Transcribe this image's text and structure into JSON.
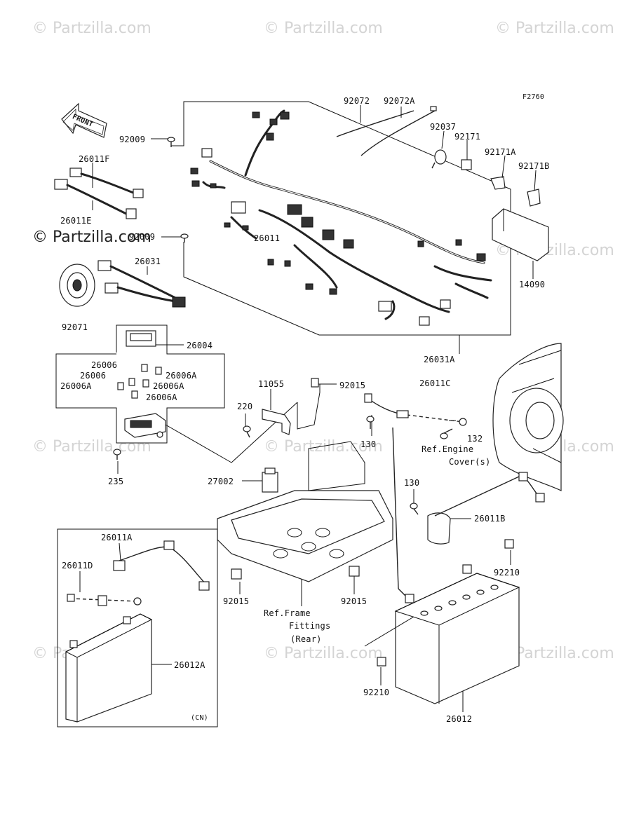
{
  "diagram": {
    "figure_code": "F2760",
    "front_arrow_label": "FRONT",
    "watermark_text": "© Partzilla.com",
    "overlay_watermark": "© Partzilla.com",
    "parts": {
      "p92072": "92072",
      "p92072A": "92072A",
      "p92037": "92037",
      "p92171": "92171",
      "p92171A": "92171A",
      "p92171B": "92171B",
      "p14090": "14090",
      "p92009a": "92009",
      "p92009b": "92009",
      "p26011F": "26011F",
      "p26011E": "26011E",
      "p26011": "26011",
      "p26031": "26031",
      "p92071": "92071",
      "p26031A": "26031A",
      "p26004": "26004",
      "p26006a": "26006",
      "p26006b": "26006",
      "p26006Aa": "26006A",
      "p26006Ab": "26006A",
      "p26006Ac": "26006A",
      "p26006Ad": "26006A",
      "p235": "235",
      "p11055": "11055",
      "p92015a": "92015",
      "p220": "220",
      "p26011C": "26011C",
      "p130a": "130",
      "p132": "132",
      "p27002": "27002",
      "p130b": "130",
      "p26011B": "26011B",
      "p92210a": "92210",
      "p26011A": "26011A",
      "p26011D": "26011D",
      "p92015b": "92015",
      "p92015c": "92015",
      "p26012A": "26012A",
      "p92210b": "92210",
      "p26012": "26012"
    },
    "refs": {
      "engine_line1": "Ref.Engine",
      "engine_line2": "Cover(s)",
      "frame_line1": "Ref.Frame",
      "frame_line2": "Fittings",
      "frame_line3": "(Rear)"
    },
    "variant_label": "(CN)"
  }
}
